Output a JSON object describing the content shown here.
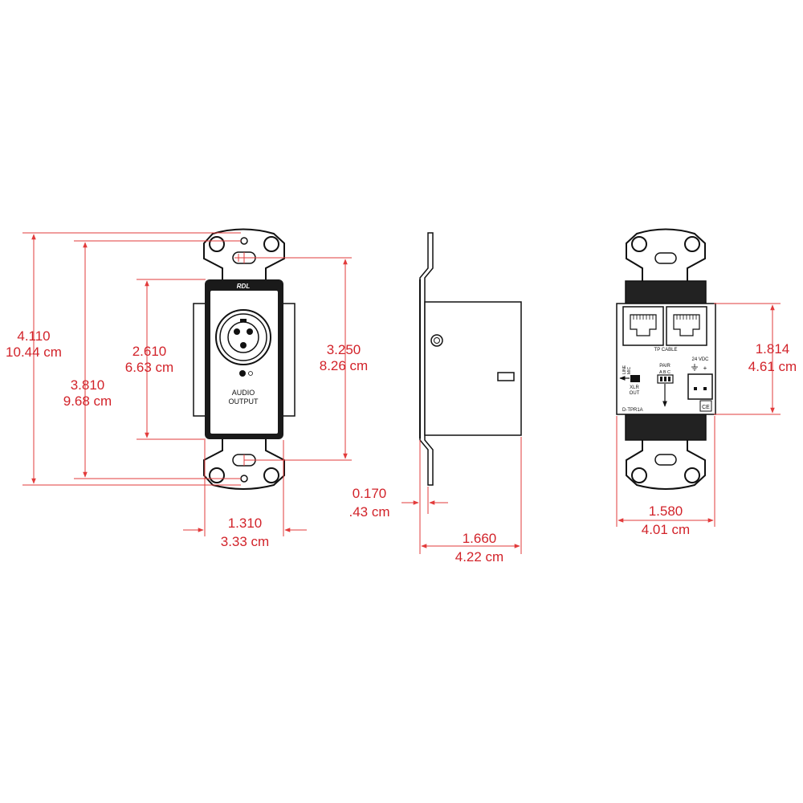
{
  "colors": {
    "dimension": "#d2232a",
    "outline": "#111111",
    "background": "#ffffff"
  },
  "front": {
    "brand": "RDL",
    "label_line1": "AUDIO",
    "label_line2": "OUTPUT",
    "connector_icon": "xlr-female-connector-icon"
  },
  "side": {},
  "back": {
    "tp_cable": "TP CABLE",
    "line": "LINE",
    "mic": "MIC",
    "xlr": "XLR",
    "out": "OUT",
    "pair": "PAIR",
    "abc": "A B C",
    "vdc": "24 VDC",
    "model": "D-TPR1A",
    "ce": "CE",
    "ground_icon": "ground-symbol-icon",
    "plus": "+"
  },
  "dimensions": {
    "overall_height_in": "4.110",
    "overall_height_cm": "10.44 cm",
    "screw_spacing_in": "3.810",
    "screw_spacing_cm": "9.68 cm",
    "panel_height_in": "2.610",
    "panel_height_cm": "6.63 cm",
    "mount_spacing_in": "3.250",
    "mount_spacing_cm": "8.26 cm",
    "panel_width_in": "1.310",
    "panel_width_cm": "3.33 cm",
    "plate_thickness_in": "0.170",
    "plate_thickness_cm": ".43 cm",
    "depth_in": "1.660",
    "depth_cm": "4.22 cm",
    "back_width_in": "1.580",
    "back_width_cm": "4.01 cm",
    "label_height_in": "1.814",
    "label_height_cm": "4.61 cm"
  }
}
